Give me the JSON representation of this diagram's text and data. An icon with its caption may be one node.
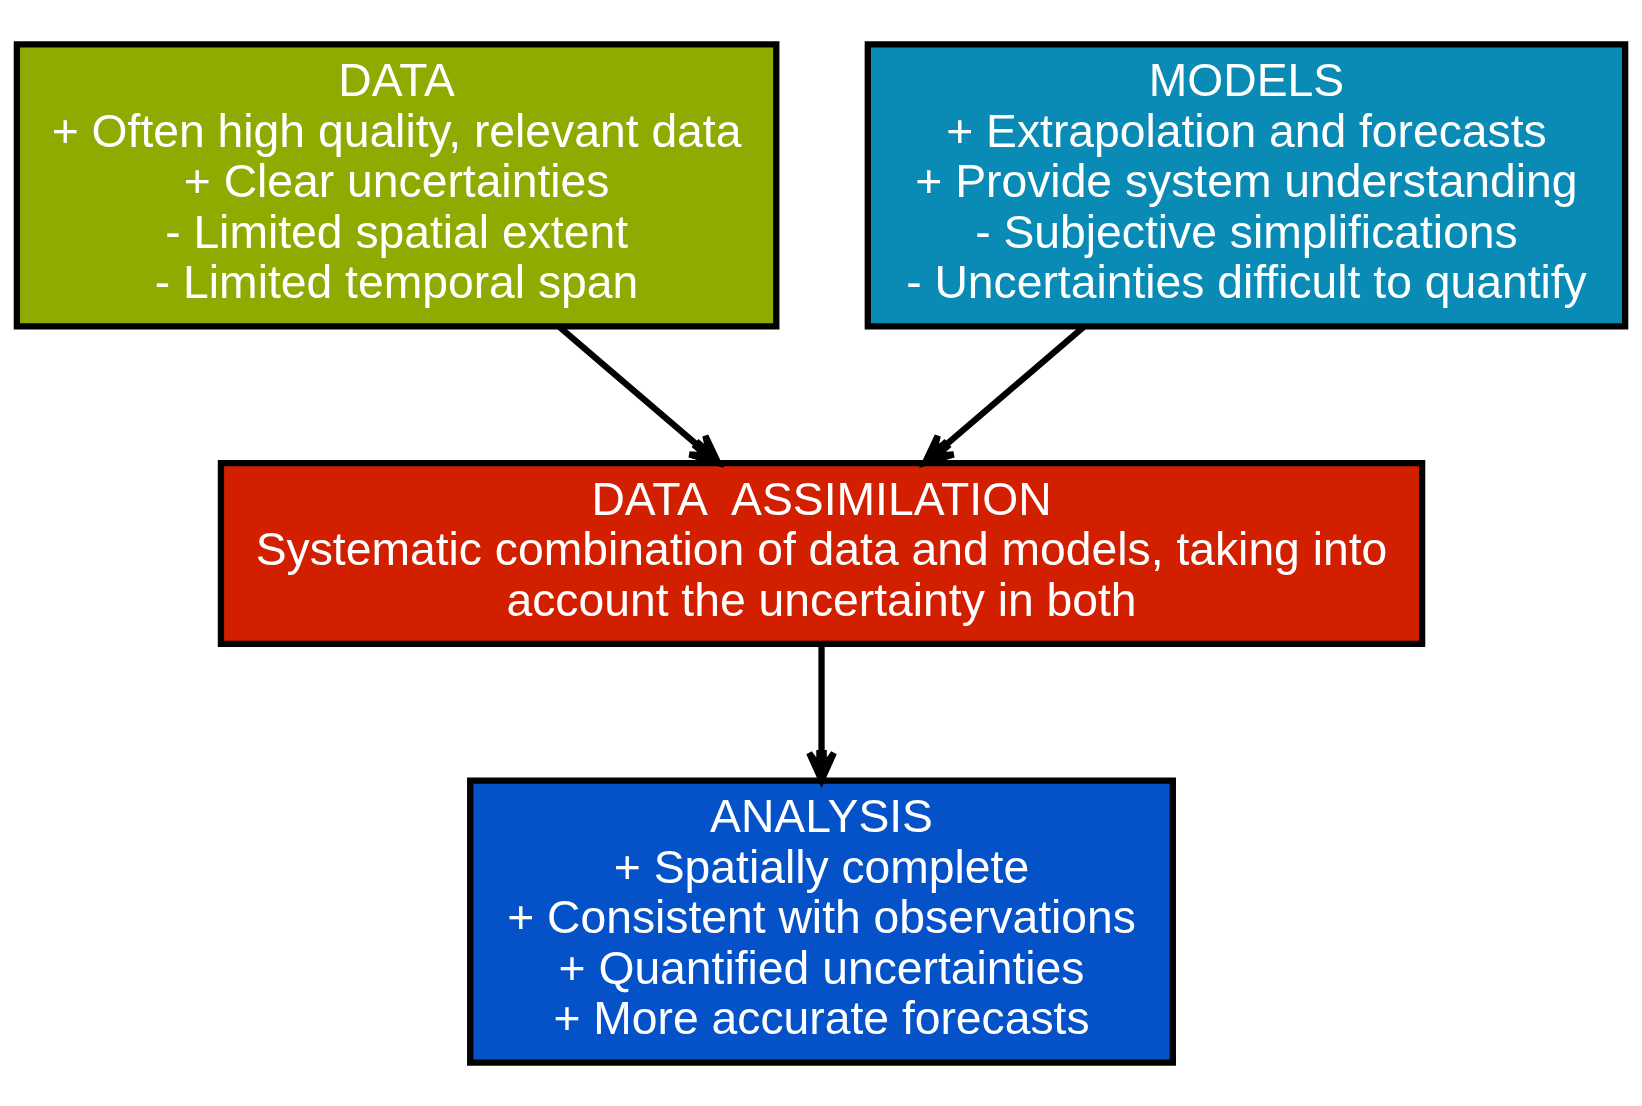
{
  "diagram": {
    "nodes": [
      {
        "text": [
          "DATA",
          "+ Often high quality, relevant data",
          "+ Clear uncertainties",
          "- Limited spatial extent",
          "- Limited temporal span"
        ]
      },
      {
        "text": [
          "MODELS",
          "+ Extrapolation and forecasts",
          "+ Provide system understanding",
          "- Subjective simplifications",
          "- Uncertainties difficult to quantify"
        ]
      },
      {
        "text": [
          "DATA  ASSIMILATION",
          "Systematic combination of data and models, taking into account the uncertainty in both"
        ]
      },
      {
        "text": [
          "ANALYSIS",
          "+ Spatially complete",
          "+ Consistent with observations",
          "+ Quantified uncertainties",
          "+ More accurate forecasts"
        ]
      }
    ],
    "edges": [
      {
        "from": 0,
        "to": 2,
        "arrow": "to"
      },
      {
        "from": 1,
        "to": 2,
        "arrow": "to"
      },
      {
        "from": 2,
        "to": 3,
        "arrow": "to"
      }
    ]
  }
}
